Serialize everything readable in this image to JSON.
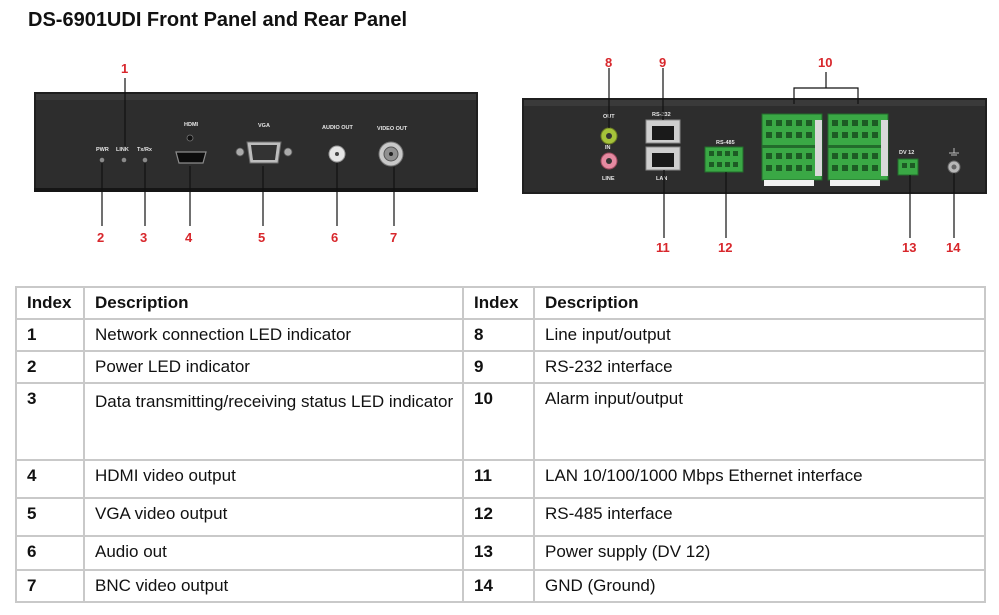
{
  "title": "DS-6901UDI Front Panel and Rear Panel",
  "front_panel": {
    "labels": {
      "pwr": "PWR",
      "link": "LINK",
      "txrx": "Tx/Rx",
      "hdmi": "HDMI",
      "vga": "VGA",
      "audio_out": "AUDIO OUT",
      "video_out": "VIDEO OUT"
    },
    "callouts": [
      "1",
      "2",
      "3",
      "4",
      "5",
      "6",
      "7"
    ]
  },
  "rear_panel": {
    "labels": {
      "out": "OUT",
      "in": "IN",
      "line": "LINE",
      "rs232": "RS-232",
      "lan": "LAN",
      "rs485": "RS-485",
      "dv12": "DV 12"
    },
    "callouts": [
      "8",
      "9",
      "10",
      "11",
      "12",
      "13",
      "14"
    ]
  },
  "table": {
    "headers": [
      "Index",
      "Description",
      "Index",
      "Description"
    ],
    "rows": [
      {
        "i1": "1",
        "d1": "Network connection LED indicator",
        "i2": "8",
        "d2": "Line input/output"
      },
      {
        "i1": "2",
        "d1": "Power LED indicator",
        "i2": "9",
        "d2": "RS-232 interface"
      },
      {
        "i1": "3",
        "d1": "Data transmitting/receiving status LED indicator",
        "i2": "10",
        "d2": "Alarm input/output"
      },
      {
        "i1": "4",
        "d1": "HDMI video output",
        "i2": "11",
        "d2": "LAN 10/100/1000 Mbps Ethernet interface"
      },
      {
        "i1": "5",
        "d1": "VGA video output",
        "i2": "12",
        "d2": "RS-485 interface"
      },
      {
        "i1": "6",
        "d1": "Audio out",
        "i2": "13",
        "d2": "Power supply (DV 12)"
      },
      {
        "i1": "7",
        "d1": "BNC video output",
        "i2": "14",
        "d2": "GND (Ground)"
      }
    ]
  },
  "colors": {
    "callout": "#d8272c",
    "panel": "#2b2b2b",
    "terminal_green": "#3aa845",
    "table_border": "#c9c9c9"
  }
}
